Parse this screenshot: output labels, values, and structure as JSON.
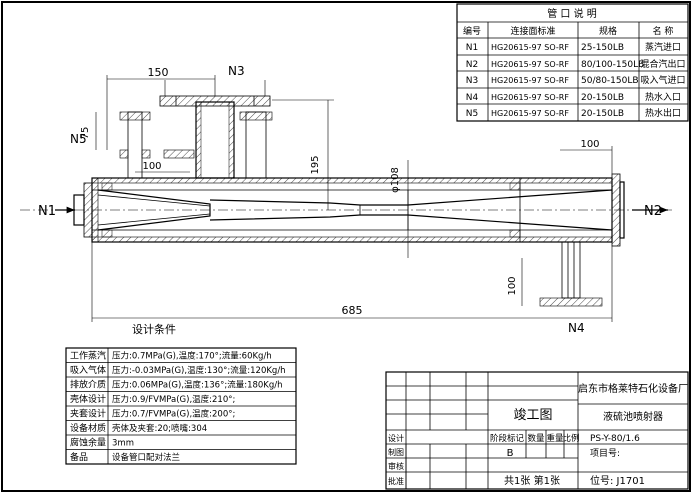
{
  "nozzle_table": {
    "title": "管 口 说 明",
    "headers": [
      "编号",
      "连接面标准",
      "规格",
      "名 称"
    ],
    "rows": [
      [
        "N1",
        "HG20615-97 SO-RF",
        "25-150LB",
        "蒸汽进口"
      ],
      [
        "N2",
        "HG20615-97 SO-RF",
        "80/100-150LB",
        "混合汽出口"
      ],
      [
        "N3",
        "HG20615-97 SO-RF",
        "50/80-150LB",
        "吸入气进口"
      ],
      [
        "N4",
        "HG20615-97 SO-RF",
        "20-150LB",
        "热水入口"
      ],
      [
        "N5",
        "HG20615-97 SO-RF",
        "20-150LB",
        "热水出口"
      ]
    ]
  },
  "nozzle_labels": {
    "n1": "N1",
    "n2": "N2",
    "n3": "N3",
    "n4": "N4",
    "n5": "N5"
  },
  "dimensions": {
    "d150": "150",
    "d75": "75",
    "d100_top": "100",
    "d195": "195",
    "d108": "φ108",
    "d100_right": "100",
    "d100_bottom": "100",
    "d685": "685"
  },
  "design_conditions": {
    "title": "设计条件",
    "rows": [
      [
        "工作蒸汽",
        "压力:0.7MPa(G),温度:170°;流量:60Kg/h"
      ],
      [
        "吸入气体",
        "压力:-0.03MPa(G),温度:130°;流量:120Kg/h"
      ],
      [
        "排放介质",
        "压力:0.06MPa(G),温度:136°;流量:180Kg/h"
      ],
      [
        "壳体设计",
        "压力:0.9/FVMPa(G),温度:210°;"
      ],
      [
        "夹套设计",
        "压力:0.7/FVMPa(G),温度:200°;"
      ],
      [
        "设备材质",
        "壳体及夹套:20;喷嘴:304"
      ],
      [
        "腐蚀余量",
        "3mm"
      ],
      [
        "备品",
        "设备管口配对法兰"
      ]
    ]
  },
  "title_block": {
    "company": "启东市格莱特石化设备厂",
    "drawing_type": "竣工图",
    "product_name": "液硫池喷射器",
    "left_labels": [
      "设计",
      "制图",
      "审核",
      "批准"
    ],
    "col_headers": [
      "阶段标记",
      "数量",
      "重量",
      "比例"
    ],
    "stage": "B",
    "drawing_no": "PS-Y-80/1.6",
    "project_no": "项目号:",
    "sheets": "共1张  第1张",
    "position": "位号: J1701"
  }
}
